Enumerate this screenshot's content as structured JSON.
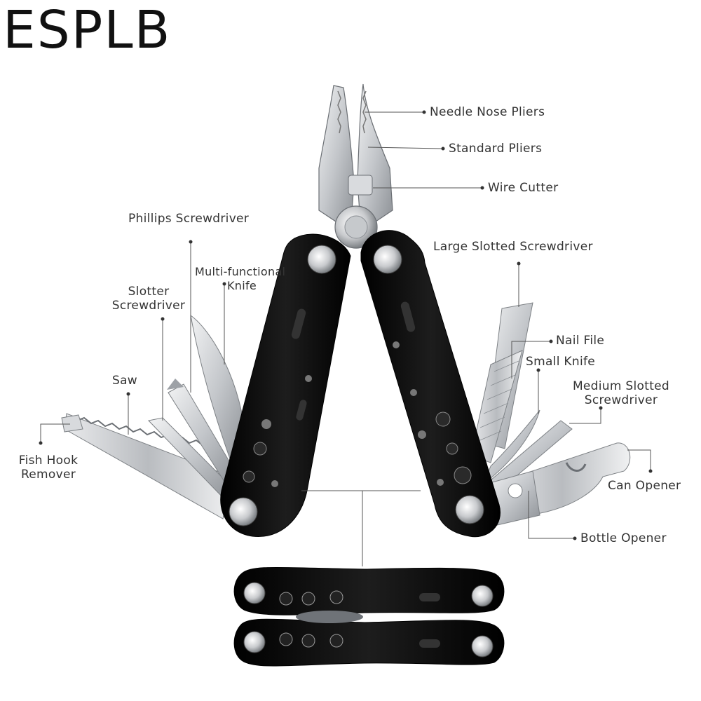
{
  "brand": "ESPLB",
  "labels": {
    "needle_nose_pliers": "Needle Nose Pliers",
    "standard_pliers": "Standard Pliers",
    "wire_cutter": "Wire Cutter",
    "phillips_screwdriver": "Phillips Screwdriver",
    "multi_functional_knife_line1": "Multi-functional",
    "multi_functional_knife_line2": "Knife",
    "slotter_screwdriver_line1": "Slotter",
    "slotter_screwdriver_line2": "Screwdriver",
    "saw": "Saw",
    "fish_hook_remover_line1": "Fish Hook",
    "fish_hook_remover_line2": "Remover",
    "large_slotted_screwdriver": "Large Slotted Screwdriver",
    "nail_file": "Nail File",
    "small_knife": "Small Knife",
    "medium_slotted_screwdriver_line1": "Medium Slotted",
    "medium_slotted_screwdriver_line2": "Screwdriver",
    "can_opener": "Can Opener",
    "bottle_opener": "Bottle Opener"
  },
  "colors": {
    "handle": "#0b0b0b",
    "steel": "#c9ccd0",
    "steel_dark": "#8e9297",
    "leader_line": "#555555",
    "text": "#333333"
  }
}
